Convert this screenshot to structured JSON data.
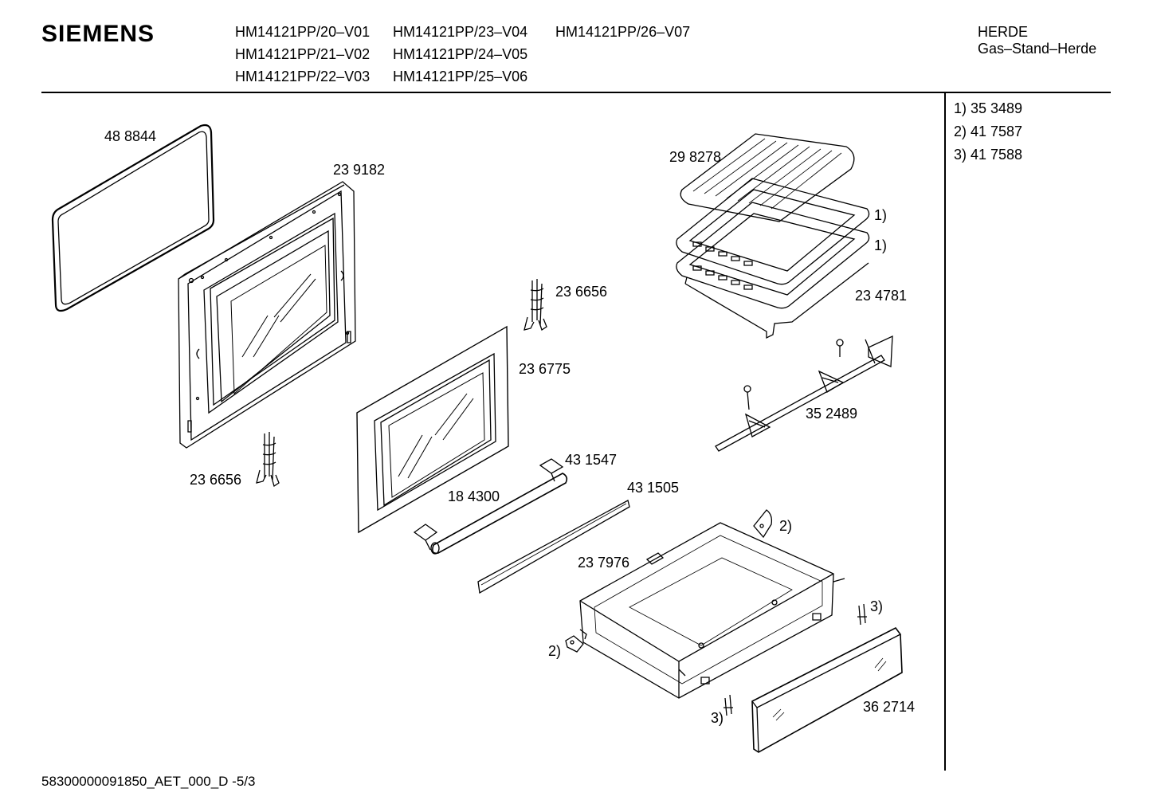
{
  "header": {
    "brand": "SIEMENS",
    "models": [
      "HM14121PP/20–V01",
      "HM14121PP/21–V02",
      "HM14121PP/22–V03",
      "HM14121PP/23–V04",
      "HM14121PP/24–V05",
      "HM14121PP/25–V06",
      "HM14121PP/26–V07"
    ],
    "category": "HERDE",
    "subcategory": "Gas–Stand–Herde"
  },
  "footnotes": [
    "1) 35 3489",
    "2) 41 7587",
    "3) 41 7588"
  ],
  "parts": [
    "48 8844",
    "23 9182",
    "29 8278",
    "1)",
    "1)",
    "23 4781",
    "23 6656",
    "23 6775",
    "35 2489",
    "23 6656",
    "43 1547",
    "18 4300",
    "43 1505",
    "2)",
    "23 7976",
    "3)",
    "2)",
    "36 2714",
    "3)"
  ],
  "footer": "58300000091850_AET_000_D  -5/3"
}
